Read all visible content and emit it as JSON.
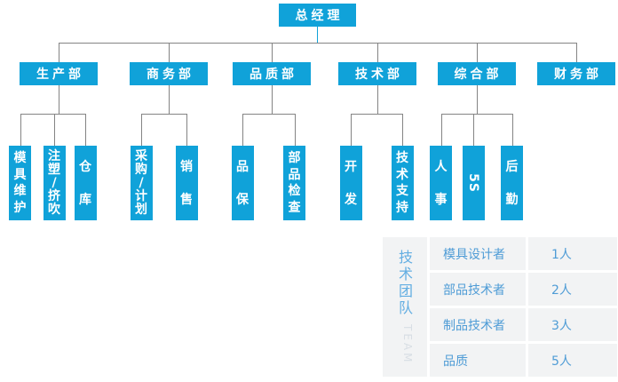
{
  "org_chart": {
    "root": {
      "label": "总经理"
    },
    "departments": [
      {
        "label": "生产部",
        "children": [
          "模具维护",
          "注塑/挤吹",
          "仓库"
        ]
      },
      {
        "label": "商务部",
        "children": [
          "采购/计划",
          "销售"
        ]
      },
      {
        "label": "品质部",
        "children": [
          "品保",
          "部品检查"
        ]
      },
      {
        "label": "技术部",
        "children": [
          "开发",
          "技术支持"
        ]
      },
      {
        "label": "综合部",
        "children": [
          "人事",
          "5S",
          "后勤"
        ]
      },
      {
        "label": "财务部",
        "children": []
      }
    ]
  },
  "team_table": {
    "label_cn": "技术团队",
    "label_en": "TEAM",
    "rows": [
      {
        "role": "模具设计者",
        "count": "1人"
      },
      {
        "role": "部品技术者",
        "count": "2人"
      },
      {
        "role": "制品技术者",
        "count": "3人"
      },
      {
        "role": "品质",
        "count": "5人"
      }
    ]
  },
  "colors": {
    "box_blue": "#10a2d9",
    "connector_gray": "#848484",
    "table_text_blue": "#4f9cd6",
    "table_label_blue": "#63aee2",
    "table_label_en_gray": "#d8dee4",
    "cell_bg": "#f2f3f4"
  }
}
